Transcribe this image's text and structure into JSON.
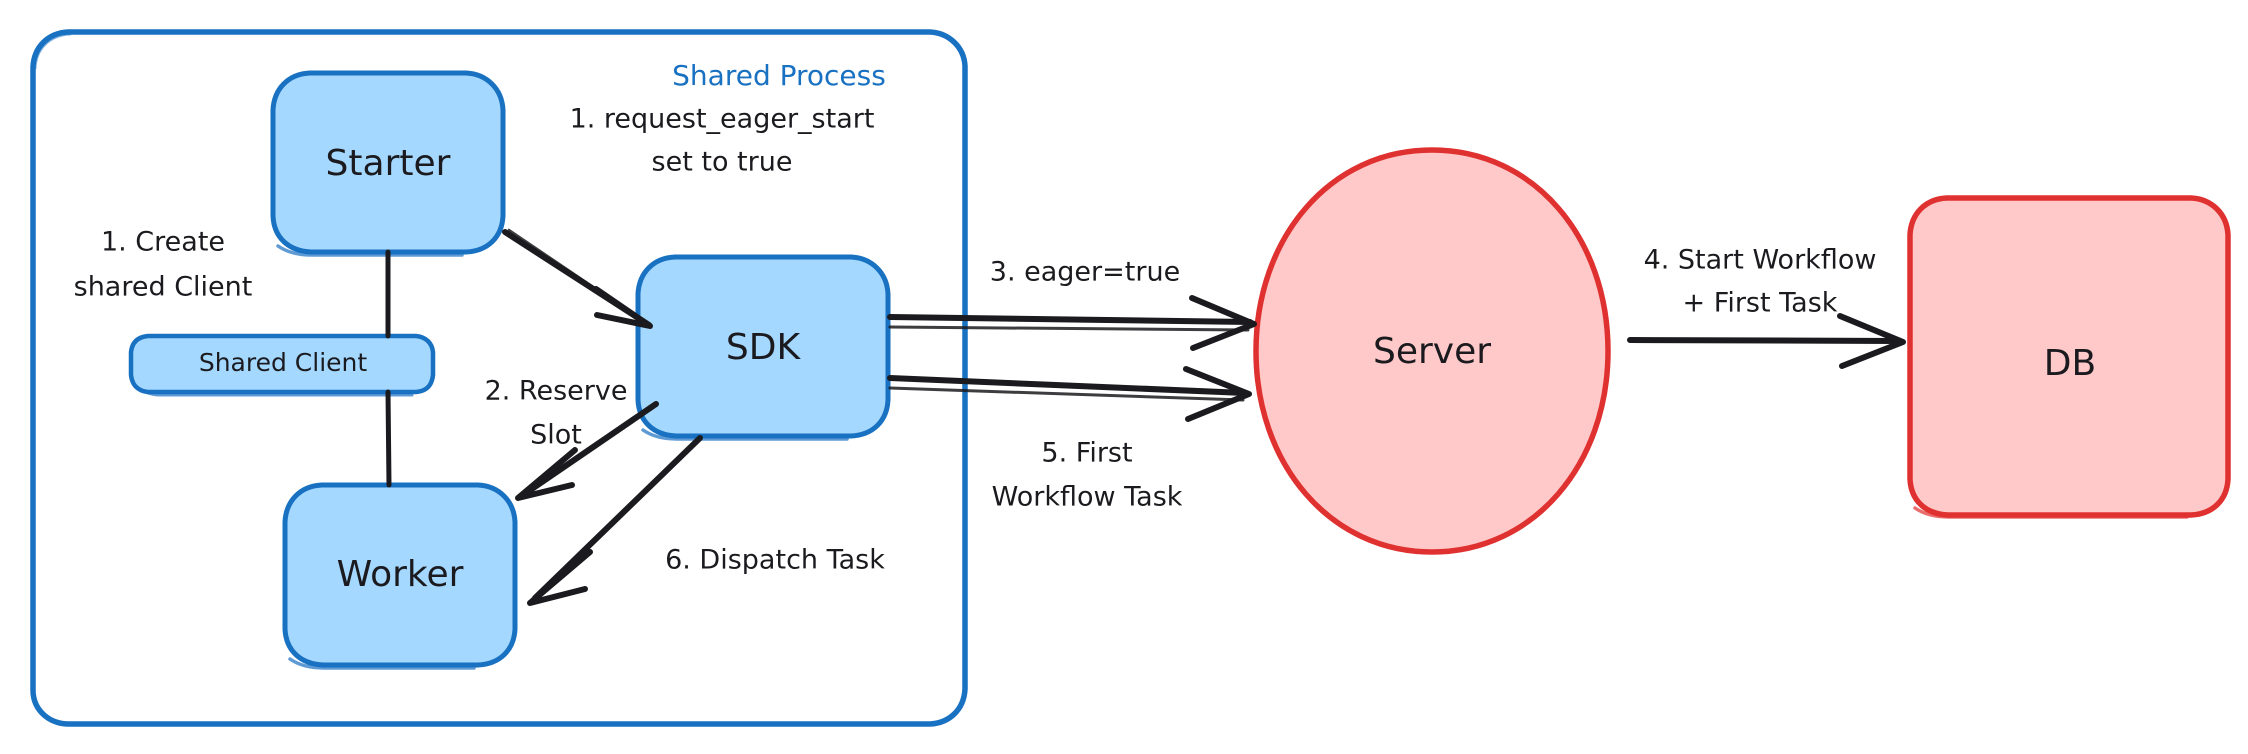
{
  "diagram": {
    "title_text": "Shared Process",
    "background": "#ffffff",
    "colors": {
      "blue_stroke": "#1971c2",
      "blue_fill": "#a5d8ff",
      "blue_text": "#1971c2",
      "red_stroke": "#e03131",
      "red_fill": "#ffc9c9",
      "arrow_stroke": "#1b1b1f",
      "node_text": "#1b1b1f"
    },
    "container": {
      "label": "Shared Process",
      "shape": "rounded-rectangle",
      "stroke": "#1971c2"
    },
    "nodes": [
      {
        "id": "starter",
        "label": "Starter",
        "shape": "rounded-rectangle",
        "fill": "#a5d8ff",
        "stroke": "#1971c2",
        "font_size": 36
      },
      {
        "id": "shared-client",
        "label": "Shared Client",
        "shape": "rounded-rectangle",
        "fill": "#a5d8ff",
        "stroke": "#1971c2",
        "font_size": 24
      },
      {
        "id": "worker",
        "label": "Worker",
        "shape": "rounded-rectangle",
        "fill": "#a5d8ff",
        "stroke": "#1971c2",
        "font_size": 36
      },
      {
        "id": "sdk",
        "label": "SDK",
        "shape": "rounded-rectangle",
        "fill": "#a5d8ff",
        "stroke": "#1971c2",
        "font_size": 36
      },
      {
        "id": "server",
        "label": "Server",
        "shape": "ellipse",
        "fill": "#ffc9c9",
        "stroke": "#e03131",
        "font_size": 36
      },
      {
        "id": "db",
        "label": "DB",
        "shape": "rounded-rectangle",
        "fill": "#ffc9c9",
        "stroke": "#e03131",
        "font_size": 36
      }
    ],
    "edges": [
      {
        "id": "edge-1-create-shared-client",
        "from": "starter",
        "to": "worker",
        "label_lines": [
          "1. Create",
          "shared Client"
        ],
        "arrowhead": false
      },
      {
        "id": "edge-1-request-eager-start",
        "from": "starter",
        "to": "sdk",
        "label_lines": [
          "1. request_eager_start",
          "set to true"
        ],
        "arrowhead": true
      },
      {
        "id": "edge-2-reserve-slot",
        "from": "sdk",
        "to": "worker",
        "label_lines": [
          "2. Reserve",
          "Slot"
        ],
        "arrowhead": true
      },
      {
        "id": "edge-3-eager-true",
        "from": "sdk",
        "to": "server",
        "label_lines": [
          "3. eager=true"
        ],
        "arrowhead": true
      },
      {
        "id": "edge-4-start-workflow",
        "from": "server",
        "to": "db",
        "label_lines": [
          "4. Start Workflow",
          "+ First Task"
        ],
        "arrowhead": true
      },
      {
        "id": "edge-5-first-workflow-task",
        "from": "sdk",
        "to": "server",
        "label_lines": [
          "5. First",
          "Workflow Task"
        ],
        "arrowhead": true
      },
      {
        "id": "edge-6-dispatch-task",
        "from": "sdk",
        "to": "worker",
        "label_lines": [
          "6. Dispatch Task"
        ],
        "arrowhead": true
      }
    ]
  }
}
